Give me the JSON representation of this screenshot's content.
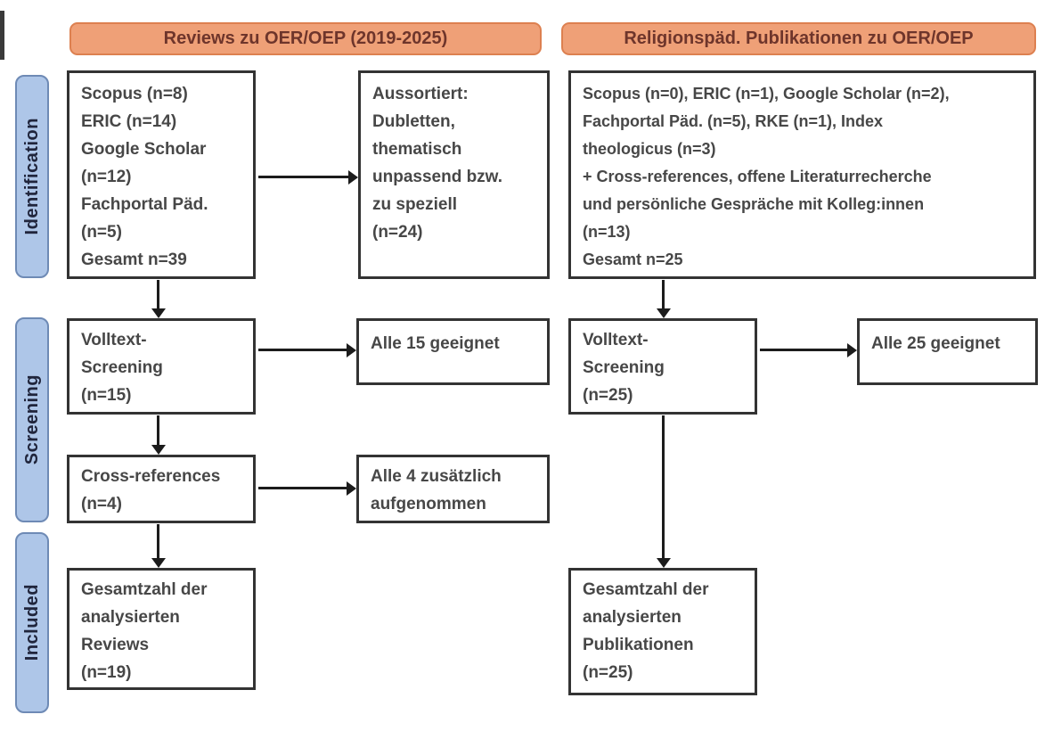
{
  "diagram_title": "PRISMA-style flow diagram of literature screening",
  "headers": {
    "left": {
      "label": "Reviews zu OER/OEP (2019-2025)"
    },
    "right": {
      "label": "Religionspäd. Publikationen zu OER/OEP"
    }
  },
  "stages": {
    "identification": {
      "label": "Identification"
    },
    "screening": {
      "label": "Screening"
    },
    "included": {
      "label": "Included"
    }
  },
  "boxes": {
    "left_sources": {
      "lines": [
        "Scopus (n=8)",
        "ERIC (n=14)",
        "Google Scholar",
        "(n=12)",
        "Fachportal Päd.",
        "(n=5)",
        "Gesamt n=39"
      ],
      "total": 39
    },
    "left_excluded": {
      "lines": [
        "Aussortiert:",
        "Dubletten,",
        "thematisch",
        "unpassend bzw.",
        "zu speziell",
        "(n=24)"
      ],
      "total": 24
    },
    "right_sources": {
      "lines": [
        "Scopus (n=0), ERIC (n=1), Google Scholar (n=2),",
        "Fachportal Päd. (n=5), RKE (n=1), Index",
        "theologicus (n=3)",
        "+ Cross-references, offene Literaturrecherche",
        "und persönliche Gespräche mit Kolleg:innen",
        "(n=13)",
        "Gesamt n=25"
      ],
      "total": 25
    },
    "left_fulltext": {
      "lines": [
        "Volltext-",
        "Screening",
        "(n=15)"
      ],
      "total": 15
    },
    "left_fulltext_result": {
      "lines": [
        "Alle 15 geeignet"
      ]
    },
    "right_fulltext": {
      "lines": [
        "Volltext-",
        "Screening",
        "(n=25)"
      ],
      "total": 25
    },
    "right_fulltext_result": {
      "lines": [
        "Alle 25 geeignet"
      ]
    },
    "left_crossref": {
      "lines": [
        "Cross-references",
        "(n=4)"
      ],
      "total": 4
    },
    "left_crossref_result": {
      "lines": [
        "Alle 4 zusätzlich",
        "aufgenommen"
      ]
    },
    "left_included_total": {
      "lines": [
        "Gesamtzahl der",
        "analysierten",
        "Reviews",
        "(n=19)"
      ],
      "total": 19
    },
    "right_included_total": {
      "lines": [
        "Gesamtzahl der",
        "analysierten",
        "Publikationen",
        "(n=25)"
      ],
      "total": 25
    }
  },
  "colors": {
    "header_fill": "#efa077",
    "header_border": "#dd8050",
    "header_text": "#6e352b",
    "stage_fill": "#aec6e8",
    "stage_border": "#6e8ab5",
    "stage_text": "#20253c",
    "box_border": "#333333",
    "box_text": "#474747",
    "arrow": "#1c1c1c",
    "background": "#ffffff"
  }
}
